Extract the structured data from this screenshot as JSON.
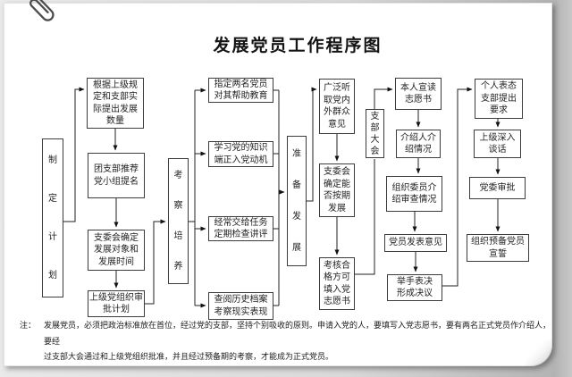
{
  "title": "发展党员工作程序图",
  "phases": [
    {
      "label": "制\n定\n计\n划"
    },
    {
      "label": "考\n察\n培\n养"
    },
    {
      "label": "准\n备\n发\n展"
    },
    {
      "label": "支\n部\n大\n会"
    }
  ],
  "columns": {
    "plan": [
      "根据上级规\n定和支部实\n际提出发展\n数量",
      "团支部推荐\n党小组提名",
      "支委会确定\n发展对象和\n发展时间",
      "上级党组织审\n批计划"
    ],
    "cultivate": [
      "指定两名党员\n对其帮助教育",
      "学习党的知识\n端正入党动机",
      "经常交给任务\n定期检查讲评",
      "查阅历史档案\n考察现实表现"
    ],
    "prepare": [
      "广泛听\n取党内\n外群众\n意见",
      "支委会\n确定能\n否按期\n发展",
      "考核合\n格方可\n填入党\n志愿书"
    ],
    "meeting": [
      "本人宣读\n志愿书",
      "介绍人介\n绍情况",
      "组织委员介\n绍审查情况",
      "党员发表意见",
      "举手表决\n形成决议"
    ],
    "approval": [
      "个人表态\n支部提出\n要求",
      "上级深入\n谈话",
      "党委审批",
      "组织预备党员\n宣誓"
    ]
  },
  "note": {
    "prefix": "注：",
    "text": "发展党员，必须把政治标准放在首位，经过党的支部，坚持个别吸收的原则。申请入党的人，要填写入党志愿书，要有两名正式党员作介绍人，要经\n过支部大会通过和上级党组织批准，并且经过预备期的考察，才能成为正式党员。"
  },
  "icons": {
    "paperclip": "paperclip-icon"
  },
  "colors": {
    "ink": "#1f1f1f",
    "box_border": "#3c3c3c",
    "line": "#222222",
    "page": "#ffffff"
  }
}
